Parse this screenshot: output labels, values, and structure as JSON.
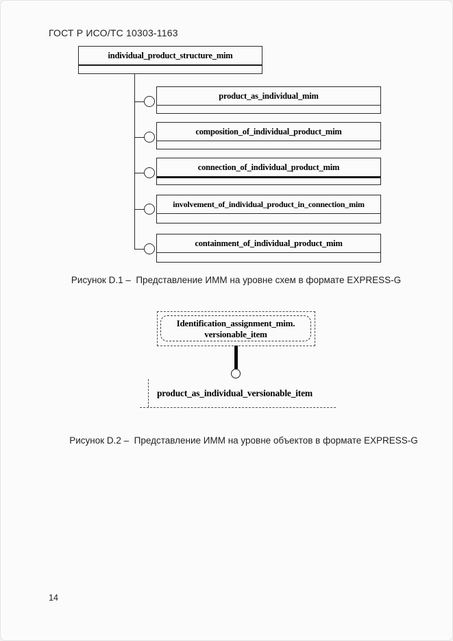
{
  "page": {
    "header": "ГОСТ Р ИСО/ТС 10303-1163",
    "page_number": "14"
  },
  "diagram1": {
    "type": "EXPRESS-G schema-level diagram",
    "root_box": {
      "label": "individual_product_structure_mim"
    },
    "child_boxes": [
      {
        "label": "product_as_individual_mim"
      },
      {
        "label": "composition_of_individual_product_mim"
      },
      {
        "label": "connection_of_individual_product_mim"
      },
      {
        "label": "involvement_of_individual_product_in_connection_mim"
      },
      {
        "label": "containment_of_individual_product_mim"
      }
    ],
    "caption": "Рисунок D.1 –  Представление ИММ на уровне схем в формате EXPRESS-G"
  },
  "diagram2": {
    "type": "EXPRESS-G entity-level diagram",
    "ref_box": {
      "line1": "Identification_assignment_mim.",
      "line2": "versionable_item"
    },
    "entity_label": "product_as_individual_versionable_item",
    "caption": "Рисунок D.2 –  Представление ИММ на уровне объектов в формате EXPRESS-G"
  },
  "colors": {
    "page_background": "#fbfbfb",
    "line": "#2b2b2b",
    "text": "#1c1c1c"
  }
}
